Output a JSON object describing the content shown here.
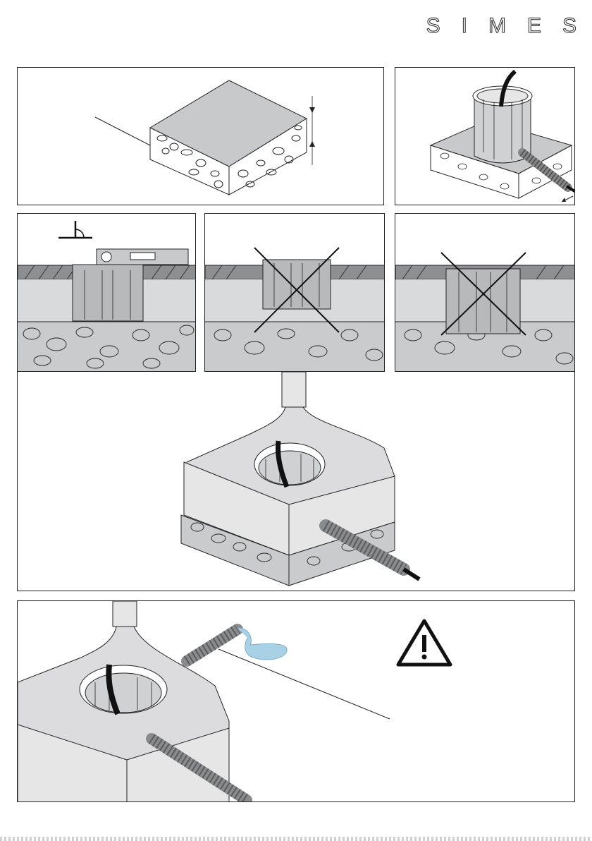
{
  "brand": {
    "logo_text": "SIMES"
  },
  "colors": {
    "outline": "#222222",
    "stone": "#c8c9cb",
    "concrete": "#d9dadc",
    "soil": "#cacbcd",
    "water": "#a9d1e6",
    "black": "#111111"
  },
  "icons": {
    "angle_symbol": "right-angle-icon",
    "warning": "warning-triangle-icon",
    "wrong_marker": "cross-out-icon"
  },
  "panels": [
    {
      "name": "gravel-base",
      "step": "prepare-drainage-layer"
    },
    {
      "name": "housing-placement",
      "step": "insert-housing-with-conduit"
    },
    {
      "name": "level-correct",
      "step": "level-flush-with-surface"
    },
    {
      "name": "too-low-wrong",
      "step": "do-not-set-too-low"
    },
    {
      "name": "too-high-wrong",
      "step": "do-not-set-too-high"
    },
    {
      "name": "concrete-pour",
      "step": "pour-concrete-around-housing"
    },
    {
      "name": "water-warning",
      "step": "seal-conduit-against-water"
    }
  ]
}
